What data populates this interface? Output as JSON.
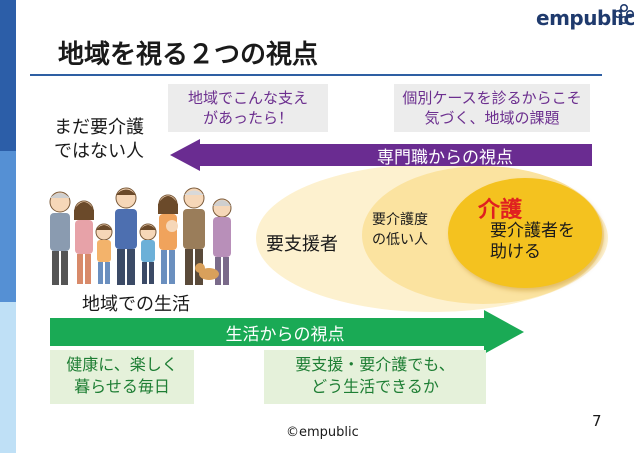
{
  "logo": {
    "text": "empublic"
  },
  "title": "地域を視る２つの視点",
  "notes": {
    "top_left": [
      "地域でこんな支え",
      "があったら！"
    ],
    "top_right": [
      "個別ケースを診るからこそ",
      "気づく、地域の課題"
    ]
  },
  "not_yet_care_label": [
    "まだ要介護",
    "ではない人"
  ],
  "purple_arrow_label": "専門職からの視点",
  "ellipses": {
    "support_needed": "要支援者",
    "low_care_level": [
      "要介護度",
      "の低い人"
    ],
    "care_heading": "介護",
    "help_care_recipients": [
      "要介護者を",
      "助ける"
    ]
  },
  "community_life_label": "地域での生活",
  "green_arrow_label": "生活からの視点",
  "bottom_notes": {
    "left": [
      "健康に、楽しく",
      "暮らせる毎日"
    ],
    "right": [
      "要支援・要介護でも、",
      "どう生活できるか"
    ]
  },
  "footer": {
    "copyright": "©empublic",
    "page_number": "7"
  },
  "colors": {
    "purple_arrow": "#6a2c91",
    "green_arrow": "#1aaa55",
    "accent_red": "#e02020",
    "title_rule": "#2e5fa3"
  }
}
